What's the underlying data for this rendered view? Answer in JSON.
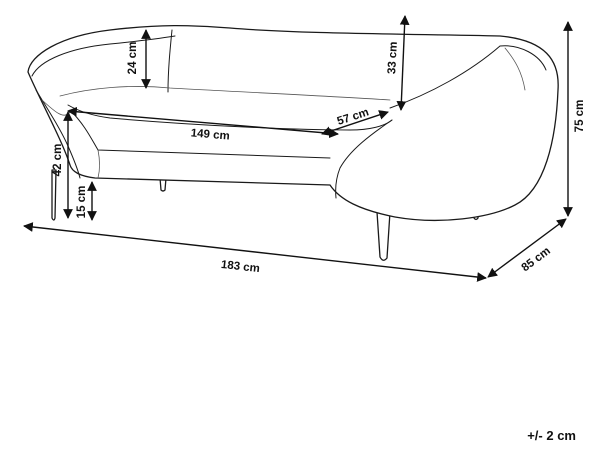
{
  "dimensions": {
    "width_total": "183 cm",
    "depth": "85 cm",
    "height_total": "75 cm",
    "seat_height": "42 cm",
    "leg_height": "15 cm",
    "seat_width": "149 cm",
    "seat_depth": "57 cm",
    "backrest_height": "24 cm",
    "armrest_height": "33 cm"
  },
  "tolerance": "+/- 2 cm"
}
